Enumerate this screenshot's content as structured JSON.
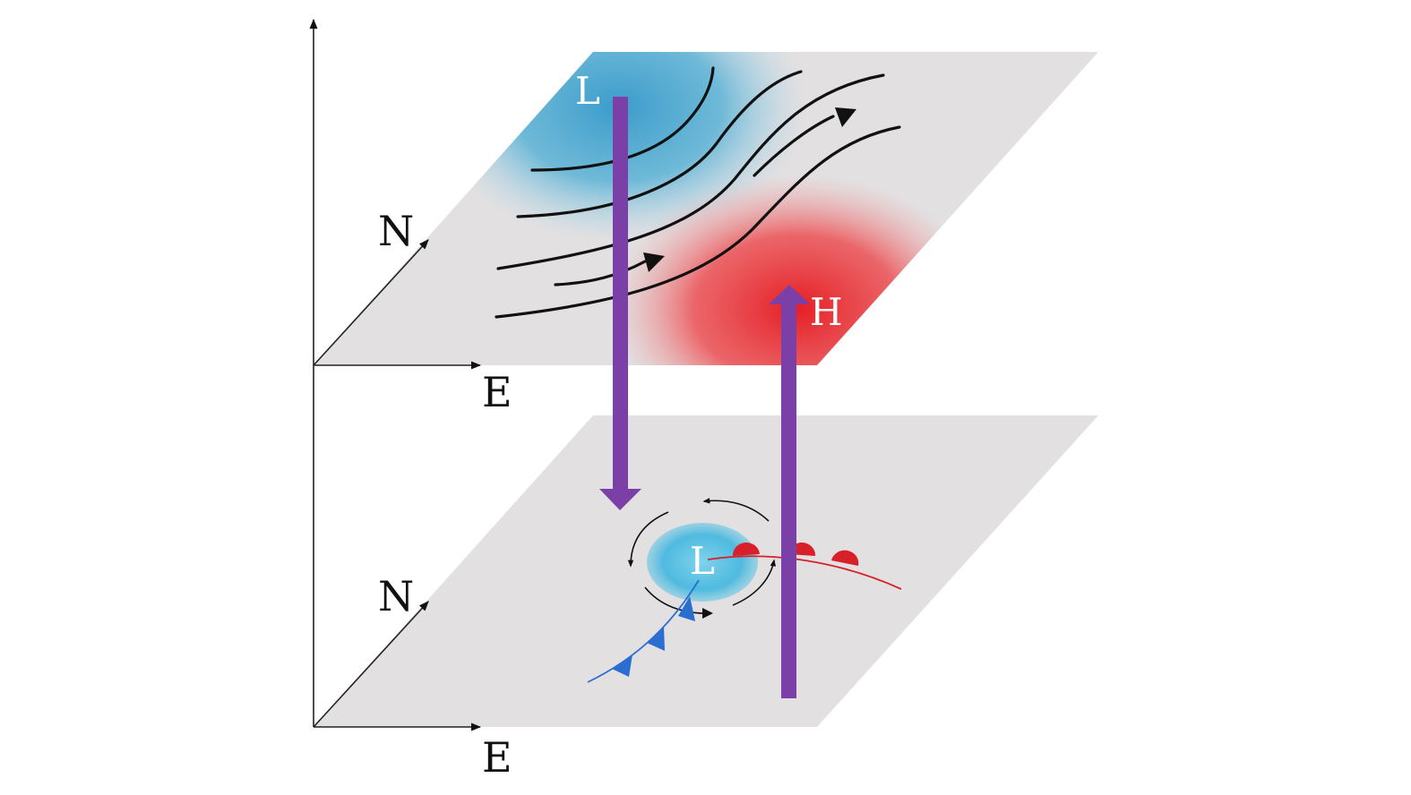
{
  "upper_level": {
    "low_label": "L",
    "high_label": "H",
    "north_label": "N",
    "east_label": "E"
  },
  "surface_level": {
    "low_label": "L",
    "north_label": "N",
    "east_label": "E"
  },
  "colors": {
    "plane": "#e2e0e1",
    "cold": "#3aa0cc",
    "warm": "#e8232a",
    "vertical_arrow": "#7a40a8",
    "streamline": "#111111",
    "cold_front": "#2a6fd0",
    "warm_front": "#d8202a",
    "surface_low": "#5cc3e3"
  }
}
